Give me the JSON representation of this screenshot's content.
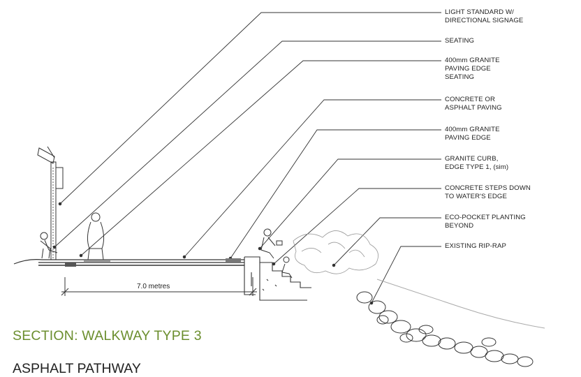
{
  "callouts": [
    {
      "lines": [
        "LIGHT STANDARD W/",
        "DIRECTIONAL SIGNAGE"
      ]
    },
    {
      "lines": [
        "SEATING"
      ]
    },
    {
      "lines": [
        "400mm GRANITE",
        "PAVING EDGE",
        "SEATING"
      ]
    },
    {
      "lines": [
        "CONCRETE OR",
        "ASPHALT PAVING"
      ]
    },
    {
      "lines": [
        "400mm GRANITE",
        "PAVING EDGE"
      ]
    },
    {
      "lines": [
        "GRANITE CURB,",
        "EDGE TYPE 1, (sim)"
      ]
    },
    {
      "lines": [
        "CONCRETE STEPS DOWN",
        "TO WATER'S EDGE"
      ]
    },
    {
      "lines": [
        "ECO-POCKET PLANTING",
        "BEYOND"
      ]
    },
    {
      "lines": [
        "EXISTING RIP-RAP"
      ]
    }
  ],
  "dimension": {
    "label": "7.0 metres"
  },
  "title": "SECTION: WALKWAY TYPE 3",
  "subtitle": "ASPHALT PATHWAY",
  "colors": {
    "title": "#6b8e2e",
    "ink": "#222222"
  }
}
